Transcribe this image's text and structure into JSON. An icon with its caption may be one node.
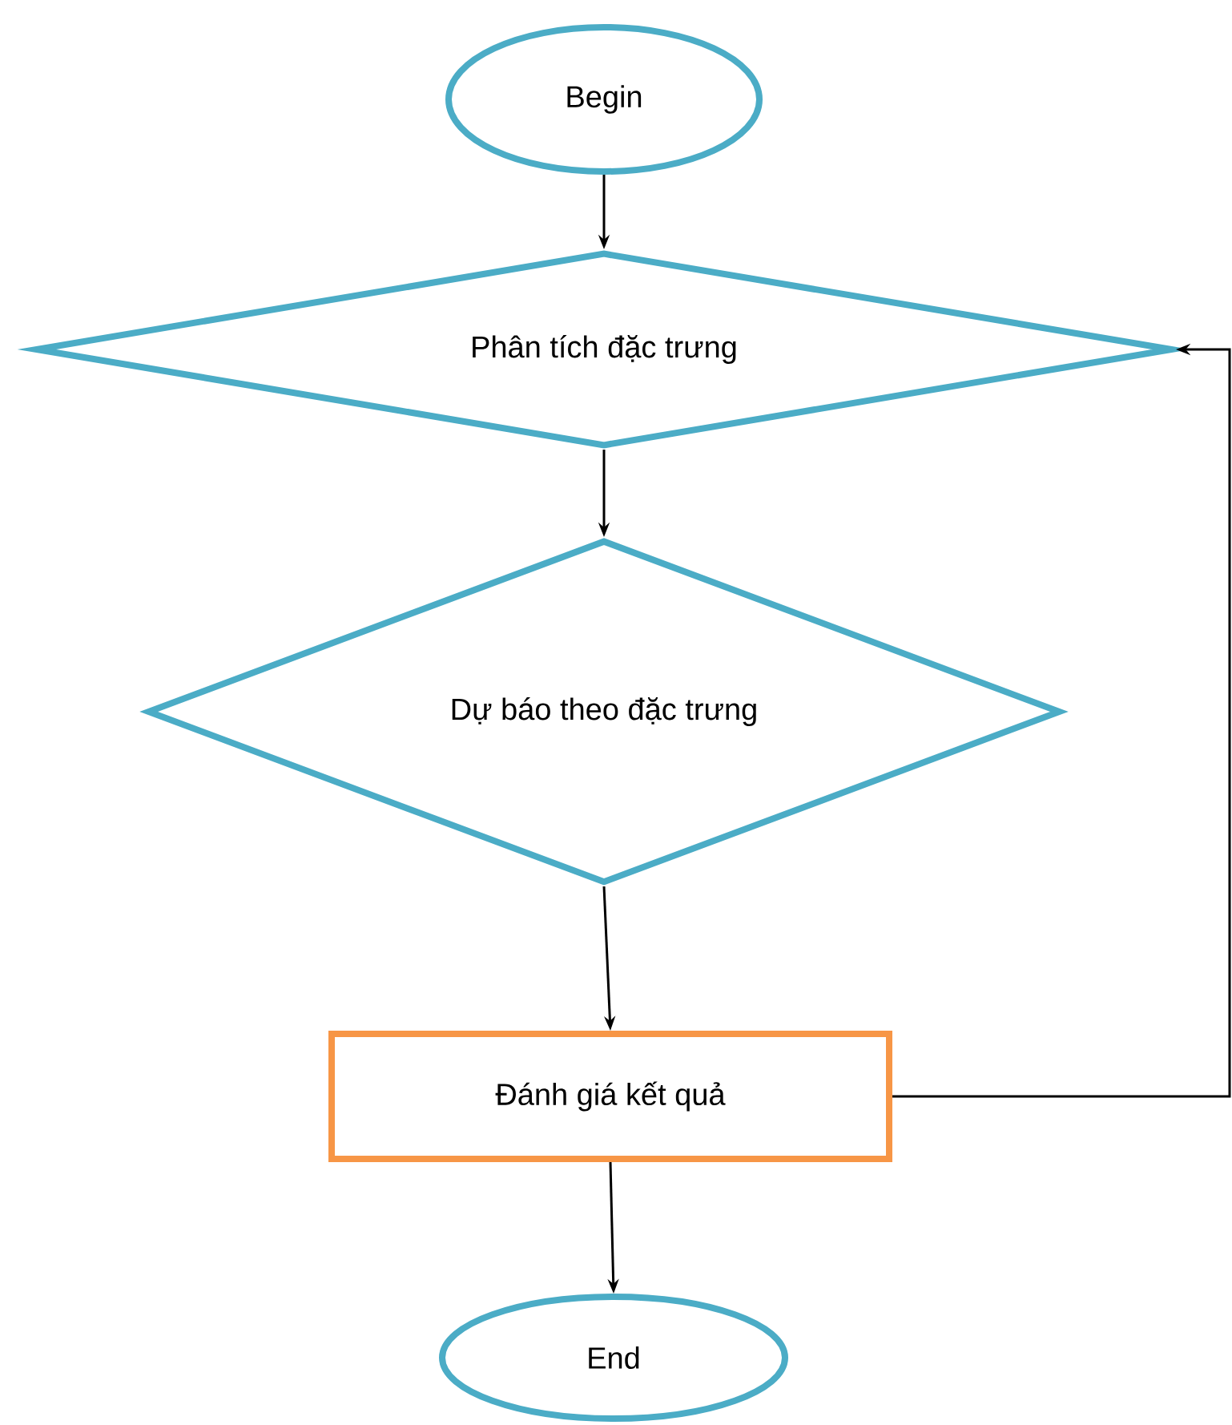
{
  "diagram": {
    "nodes": [
      {
        "text": [
          "Begin"
        ]
      },
      {
        "text": [
          "Phân tích đặc trưng"
        ]
      },
      {
        "text": [
          "Dự báo theo đặc trưng"
        ]
      },
      {
        "text": [
          "Đánh giá kết quả"
        ]
      },
      {
        "text": [
          "End"
        ]
      }
    ],
    "edges": [
      {
        "from": 0,
        "to": 1,
        "arrow": "to"
      },
      {
        "from": 1,
        "to": 2,
        "arrow": "to"
      },
      {
        "from": 2,
        "to": 3,
        "arrow": "to"
      },
      {
        "from": 3,
        "to": 4,
        "arrow": "to"
      },
      {
        "from": 3,
        "to": 1,
        "arrow": "to"
      }
    ]
  }
}
